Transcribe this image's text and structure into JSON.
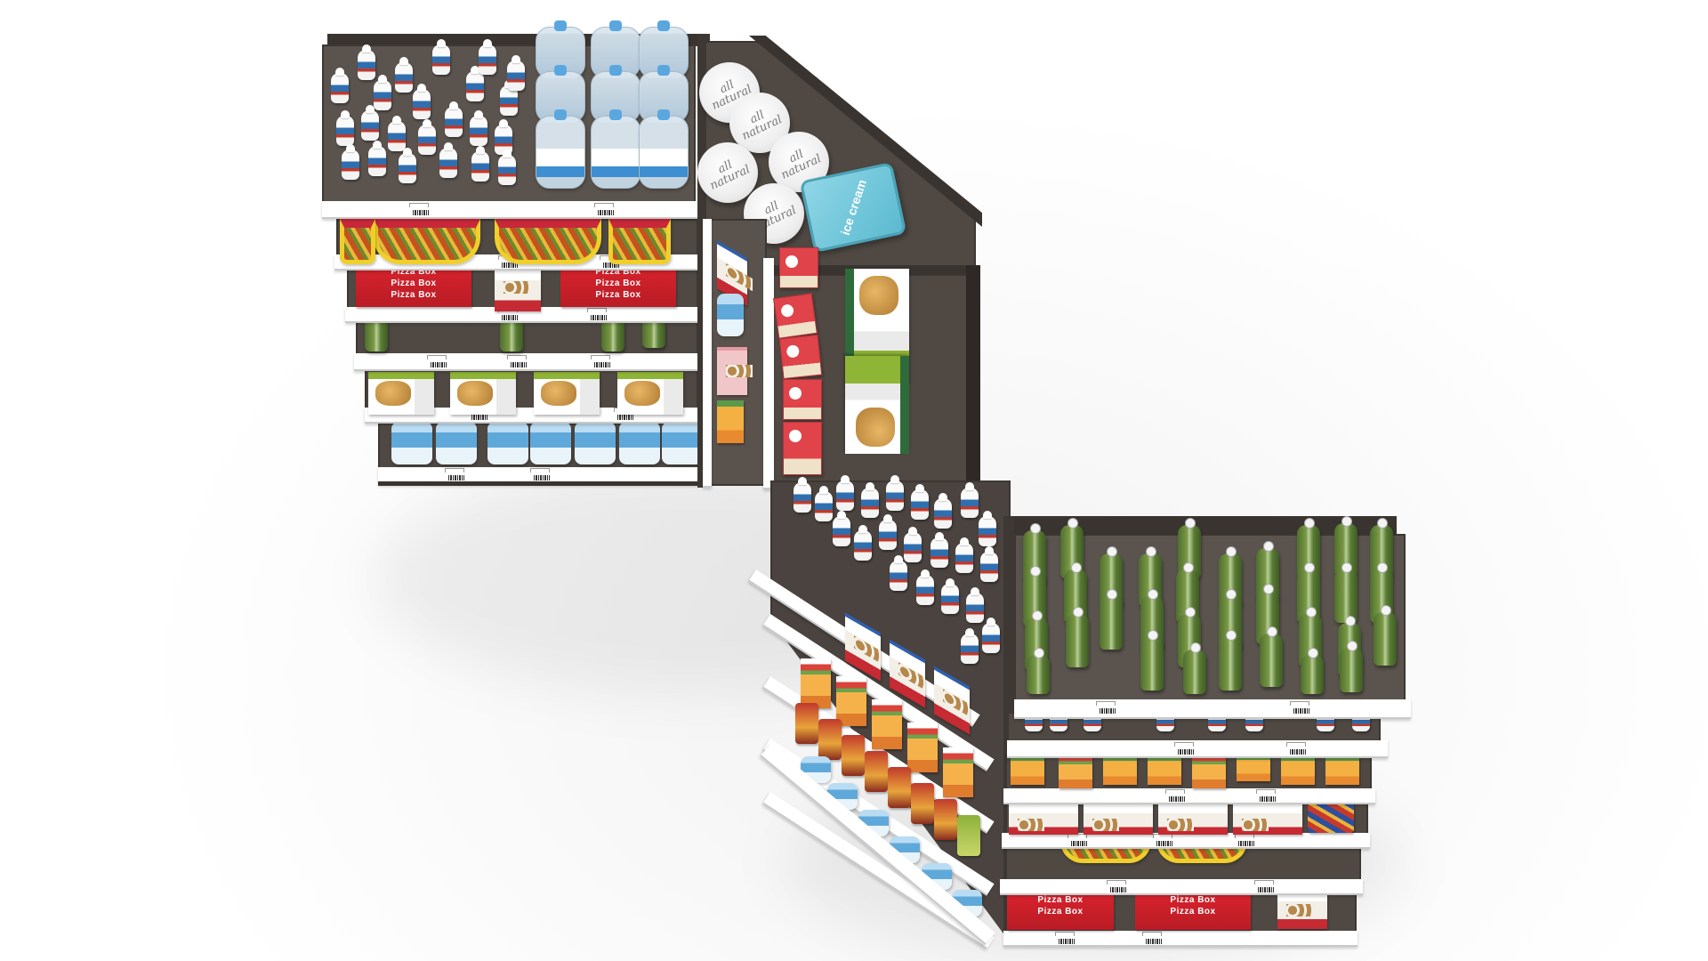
{
  "scene": {
    "description": "Top-down 3D render of a supermarket shelving gondola in a Z/step configuration",
    "background_color": "#ffffff",
    "shelf_color": "#4f4843",
    "shelf_edge_color": "#ffffff"
  },
  "product_labels": {
    "pizza_box": "Pizza Box",
    "tub": "all natural",
    "ice_cream_box": "ice cream"
  },
  "sections": [
    {
      "name": "left-gondola",
      "shelves": [
        "small milk bottles and large water bottles",
        "pizza snack bags",
        "pizza boxes and pastry boxes",
        "green glass bottles",
        "sandwich boxes",
        "blue water bottles"
      ]
    },
    {
      "name": "corner-upper-diagonal",
      "shelves": [
        "all natural tubs and ice cream box",
        "red milk cartons",
        "sandwich boxes"
      ]
    },
    {
      "name": "corner-lower-diagonal",
      "shelves": [
        "small milk bottles",
        "snack boxes",
        "juice cartons",
        "chip bags",
        "water bottles"
      ]
    },
    {
      "name": "right-gondola",
      "shelves": [
        "green glass bottles",
        "small bottles",
        "juice cartons",
        "pastry boxes and candy bars",
        "pizza snack bags",
        "pizza boxes and pastry box"
      ]
    }
  ]
}
